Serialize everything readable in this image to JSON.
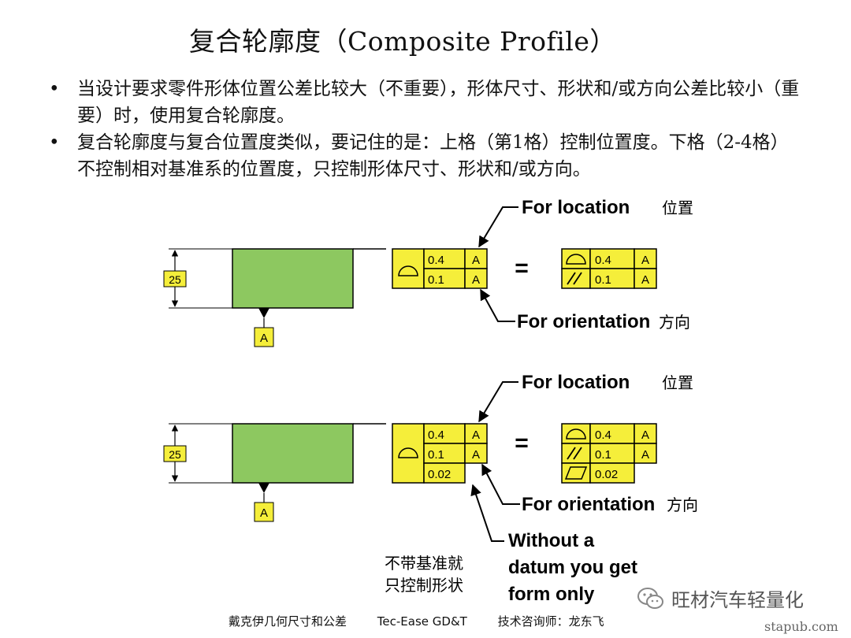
{
  "title": "复合轮廓度（Composite Profile）",
  "bullets": [
    "当设计要求零件形体位置公差比较大（不重要），形体尺寸、形状和/或方向公差比较小（重要）时，使用复合轮廓度。",
    "复合轮廓度与复合位置度类似，要记住的是：上格（第1格）控制位置度。下格（2-4格）不控制相对基准系的位置度，只控制形体尺寸、形状和/或方向。"
  ],
  "bullet_symbol": "•",
  "diagram": {
    "dimension": "25",
    "datum": "A",
    "equals": "=",
    "top": {
      "rows": [
        {
          "tol": "0.4",
          "datum": "A"
        },
        {
          "tol": "0.1",
          "datum": "A"
        }
      ],
      "for_location": "For location",
      "for_location_cn": "位置",
      "for_orientation": "For orientation",
      "for_orientation_cn": "方向"
    },
    "bottom": {
      "rows": [
        {
          "tol": "0.4",
          "datum": "A"
        },
        {
          "tol": "0.1",
          "datum": "A"
        },
        {
          "tol": "0.02",
          "datum": ""
        }
      ],
      "for_location": "For location",
      "for_location_cn": "位置",
      "for_orientation": "For orientation",
      "for_orientation_cn": "方向",
      "without_lines": [
        "Without a",
        "datum you get",
        "form only"
      ],
      "cn_note_lines": [
        "不带基准就",
        "只控制形状"
      ]
    }
  },
  "footer": {
    "left": "戴克伊几何尺寸和公差",
    "center": "Tec-Ease GD&T",
    "right": "技术咨询师：龙东飞"
  },
  "brand": "旺材汽车轻量化",
  "watermark": "stapub.com",
  "colors": {
    "part_fill": "#8dc860",
    "fcf_fill": "#f5ee3a",
    "arrow": "#000000"
  },
  "icons": [
    "profile-surface-icon",
    "parallelism-icon",
    "flatness-icon",
    "wechat-icon"
  ]
}
